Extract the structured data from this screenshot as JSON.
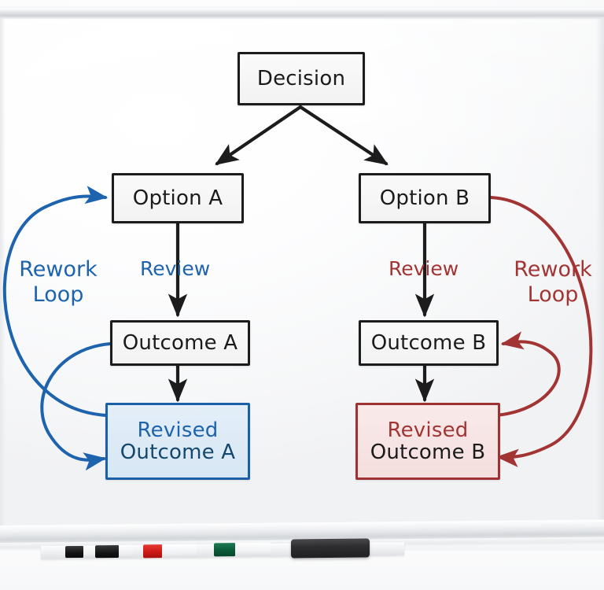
{
  "scene": {
    "name": "whiteboard-flowchart",
    "surface": "whiteboard",
    "bg_color": "#f6f7f8",
    "frame_color": "#d3d6da"
  },
  "diagram": {
    "type": "flowchart",
    "nodes": [
      {
        "id": "decision",
        "label": "Decision",
        "style": "plain",
        "text_color": "#141414"
      },
      {
        "id": "optionA",
        "label": "Option A",
        "style": "plain",
        "text_color": "#141414"
      },
      {
        "id": "optionB",
        "label": "Option B",
        "style": "plain",
        "text_color": "#141414"
      },
      {
        "id": "outcomeA",
        "label": "Outcome A",
        "style": "plain",
        "text_color": "#141414"
      },
      {
        "id": "outcomeB",
        "label": "Outcome B",
        "style": "plain",
        "text_color": "#141414"
      },
      {
        "id": "revisedA",
        "line1": "Revised",
        "line2": "Outcome A",
        "style": "blue",
        "fill": "#dcebf6",
        "border": "#1b5fa4",
        "line1_color": "#1d63ad",
        "line2_color": "#14486f"
      },
      {
        "id": "revisedB",
        "line1": "Revised",
        "line2": "Outcome B",
        "style": "red",
        "fill": "#f6e7e7",
        "border": "#9e3232",
        "line1_color": "#a33434",
        "line2_color": "#1b1b1b"
      }
    ],
    "edge_labels": [
      {
        "id": "review-a",
        "text": "Review",
        "color": "#1d63ad",
        "side": "left"
      },
      {
        "id": "review-b",
        "text": "Review",
        "color": "#a33434",
        "side": "right"
      }
    ],
    "loop_labels": [
      {
        "id": "rework-loop-left",
        "line1": "Rework",
        "line2": "Loop",
        "color": "#1d63ad"
      },
      {
        "id": "rework-loop-right",
        "line1": "Rework",
        "line2": "Loop",
        "color": "#a33434"
      }
    ],
    "colors": {
      "ink_black": "#1c1c1c",
      "blue": "#1d63ad",
      "red": "#a33434",
      "blue_fill": "#dcebf6",
      "red_fill": "#f6e7e7"
    }
  },
  "tray": {
    "name": "marker-tray",
    "items": [
      {
        "id": "marker-black-1",
        "type": "marker",
        "cap_color": "#141414",
        "barrel_color": "#f4f4f4"
      },
      {
        "id": "marker-black-2",
        "type": "marker",
        "cap_color": "#141414",
        "barrel_color": "#f4f4f4"
      },
      {
        "id": "marker-red",
        "type": "marker",
        "cap_color": "#cf1d1d",
        "barrel_color": "#f4f4f4"
      },
      {
        "id": "marker-green",
        "type": "marker",
        "cap_color": "#0d5a3a",
        "barrel_color": "#f4f4f4"
      },
      {
        "id": "eraser-black",
        "type": "eraser",
        "color": "#2b2b2d"
      }
    ]
  }
}
